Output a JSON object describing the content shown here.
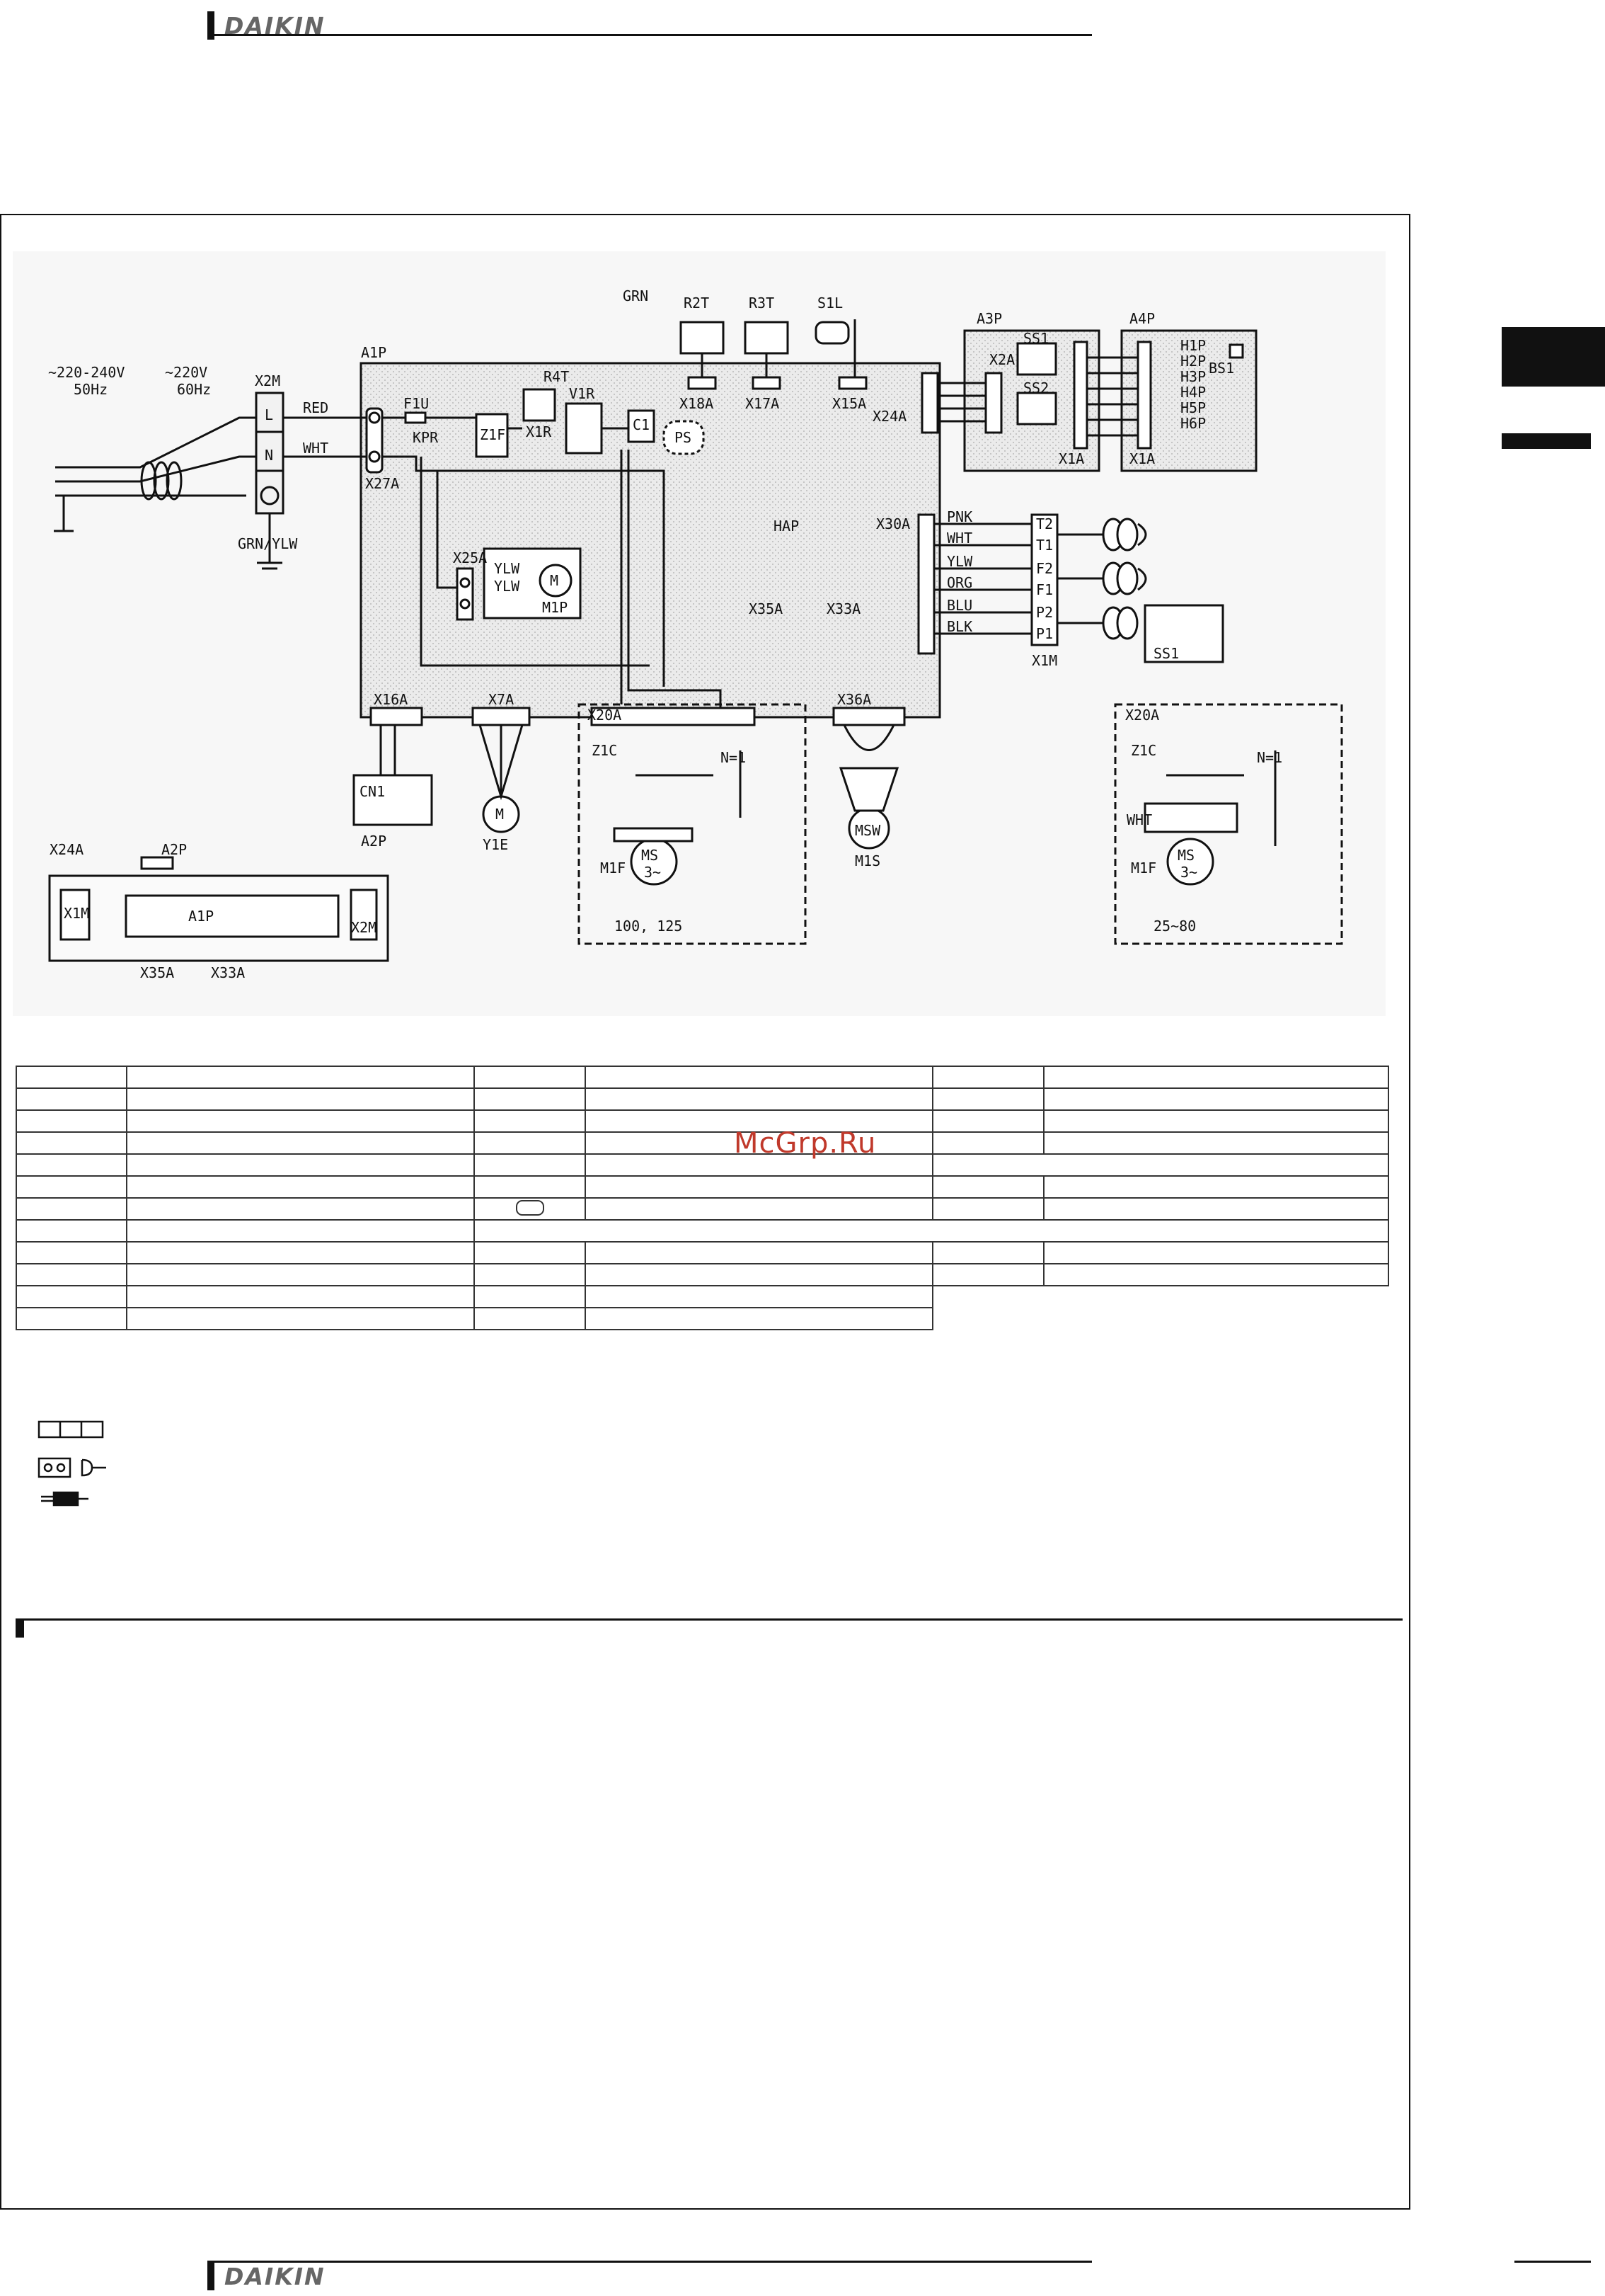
{
  "header": {
    "brand": "DAIKIN"
  },
  "footer": {
    "brand": "DAIKIN"
  },
  "watermark": "McGrp.Ru",
  "diagram": {
    "power": {
      "v1": "~220-240V",
      "f1": "50Hz",
      "v2": "~220V",
      "f2": "60Hz"
    },
    "labels": {
      "x2m": "X2M",
      "l": "L",
      "n": "N",
      "grn_ylw": "GRN/YLW",
      "red": "RED",
      "wht": "WHT",
      "a1p": "A1P",
      "f1u": "F1U",
      "kpr": "KPR",
      "x27a": "X27A",
      "z1f": "Z1F",
      "r4t": "R4T",
      "x1r": "X1R",
      "v1r": "V1R",
      "c1": "C1",
      "ps": "PS",
      "grn": "GRN",
      "r2t": "R2T",
      "r3t": "R3T",
      "s1l": "S1L",
      "x18a": "X18A",
      "x17a": "X17A",
      "x15a": "X15A",
      "x24a": "X24A",
      "a3p": "A3P",
      "x2a": "X2A",
      "ss1": "SS1",
      "ss2": "SS2",
      "x1a": "X1A",
      "a4p": "A4P",
      "bs1": "BS1",
      "p1p": "H1P",
      "p2p": "H2P",
      "p3p": "H3P",
      "p4p": "H4P",
      "p5p": "H5P",
      "p6p": "H6P",
      "x25a": "X25A",
      "ylw": "YLW",
      "m1p": "M1P",
      "m": "M",
      "hap": "HAP",
      "x35a": "X35A",
      "x33a": "X33A",
      "x30a": "X30A",
      "pnk": "PNK",
      "wht2": "WHT",
      "ylw2": "YLW",
      "org": "ORG",
      "blu": "BLU",
      "blk": "BLK",
      "t2": "T2",
      "t1": "T1",
      "f2": "F2",
      "f1": "F1",
      "p2": "P2",
      "p1": "P1",
      "x1m": "X1M",
      "ss1b": "SS1",
      "x16a": "X16A",
      "cn1": "CN1",
      "a2p": "A2P",
      "x7a": "X7A",
      "y1e": "Y1E",
      "x20a": "X20A",
      "z1c": "Z1C",
      "n1": "N=1",
      "m1f": "M1F",
      "ms": "MS",
      "ms3": "3~",
      "size1": "100, 125",
      "x36a": "X36A",
      "m1s": "M1S",
      "msw": "MSW",
      "x20a2": "X20A",
      "z1c2": "Z1C",
      "n1b": "N=1",
      "wht3": "WHT",
      "m1f2": "M1F",
      "size2": "25~80",
      "x24a2": "X24A",
      "a2p2": "A2P",
      "x1m2": "X1M",
      "a1p2": "A1P",
      "x2m2": "X2M",
      "x35a2": "X35A",
      "x33a2": "X33A"
    }
  }
}
